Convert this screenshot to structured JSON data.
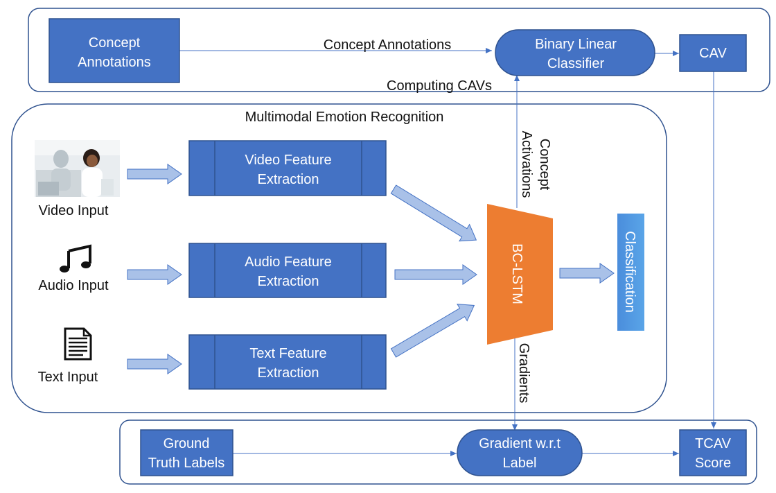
{
  "top_panel": {
    "concept_annotations_box": [
      "Concept",
      "Annotations"
    ],
    "concept_annotations_edge": "Concept Annotations",
    "binary_classifier": [
      "Binary Linear",
      "Classifier"
    ],
    "cav": "CAV",
    "computing_cavs": "Computing CAVs"
  },
  "middle_panel": {
    "title": "Multimodal Emotion Recognition",
    "inputs": {
      "video": "Video Input",
      "audio": "Audio Input",
      "text": "Text Input"
    },
    "extractors": {
      "video": [
        "Video Feature",
        "Extraction"
      ],
      "audio": [
        "Audio Feature",
        "Extraction"
      ],
      "text": [
        "Text Feature",
        "Extraction"
      ]
    },
    "model": "BC-LSTM",
    "classification": "Classification",
    "concept_activations": [
      "Concept",
      "Activations"
    ],
    "gradients": "Gradients"
  },
  "bottom_panel": {
    "ground_truth": [
      "Ground",
      "Truth Labels"
    ],
    "gradient_label": [
      "Gradient w.r.t",
      "Label"
    ],
    "tcav": [
      "TCAV",
      "Score"
    ]
  },
  "colors": {
    "box_fill": "#4472c4",
    "box_border": "#2f528f",
    "panel_border": "#2f528f",
    "arrow_fill": "#a9c1e8",
    "model_fill": "#ed7d31",
    "classification_fill": "#4a90d9"
  },
  "icons": {
    "video": "video-thumbnail-icon",
    "audio": "music-note-icon",
    "text": "document-icon"
  }
}
